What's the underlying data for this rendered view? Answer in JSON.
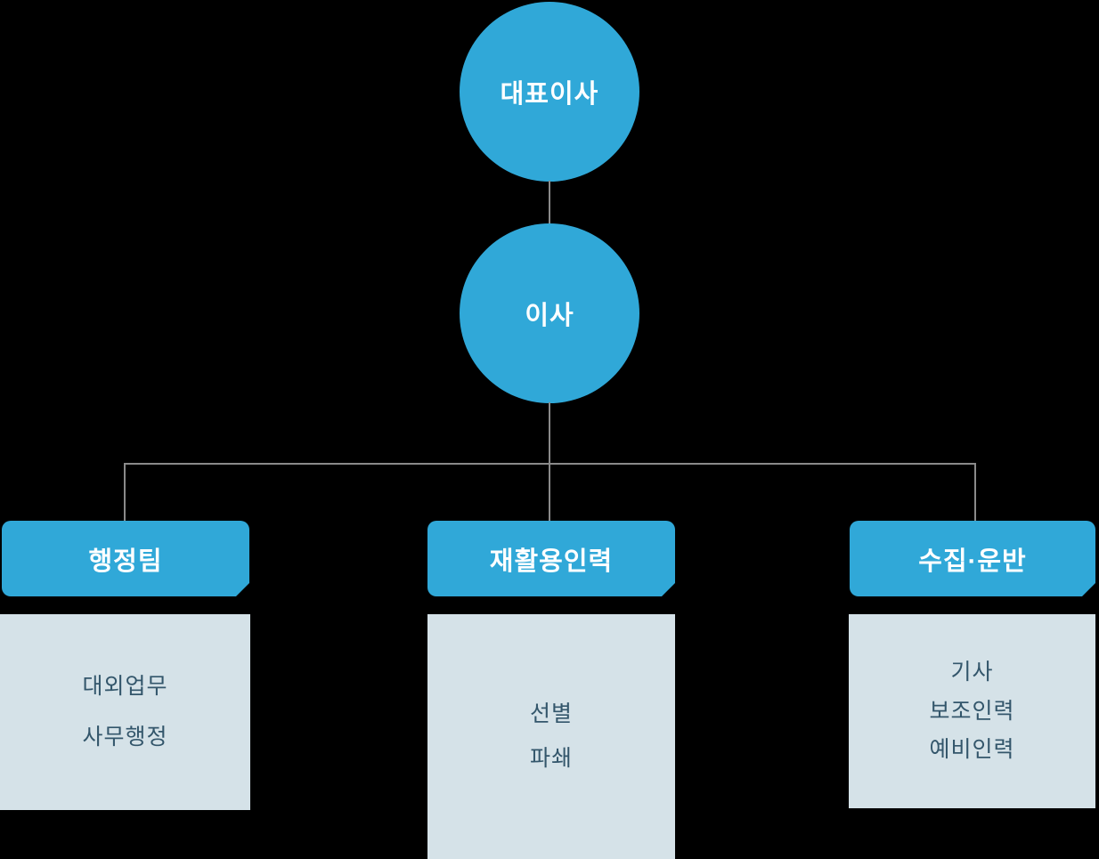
{
  "colors": {
    "primary_blue": "#30a8d8",
    "panel_background": "#d5e2e8",
    "panel_text": "#33566b",
    "connector_line": "#8a8a8a",
    "background": "#000000",
    "node_text": "#ffffff"
  },
  "org_chart": {
    "root": {
      "label": "대표이사"
    },
    "level2": {
      "label": "이사"
    },
    "departments": [
      {
        "title": "행정팀",
        "members": [
          "대외업무",
          "사무행정"
        ]
      },
      {
        "title": "재활용인력",
        "members": [
          "선별",
          "파쇄"
        ]
      },
      {
        "title": "수집·운반",
        "members": [
          "기사",
          "보조인력",
          "예비인력"
        ]
      }
    ]
  }
}
